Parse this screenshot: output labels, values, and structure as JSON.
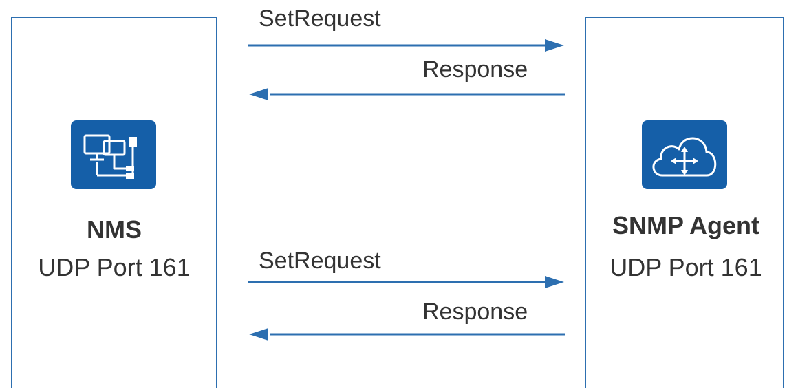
{
  "nodes": {
    "nms": {
      "name": "NMS",
      "port": "UDP Port 161",
      "icon": "network-management-station-icon"
    },
    "agent": {
      "name": "SNMP Agent",
      "port": "UDP Port 161",
      "icon": "cloud-router-icon"
    }
  },
  "messages": [
    {
      "label": "SetRequest",
      "direction": "nms-to-agent"
    },
    {
      "label": "Response",
      "direction": "agent-to-nms"
    },
    {
      "label": "SetRequest",
      "direction": "nms-to-agent"
    },
    {
      "label": "Response",
      "direction": "agent-to-nms"
    }
  ],
  "colors": {
    "box_border": "#2d6fb0",
    "icon_background": "#155fa8",
    "arrow": "#2d6fb0",
    "text": "#333333"
  }
}
